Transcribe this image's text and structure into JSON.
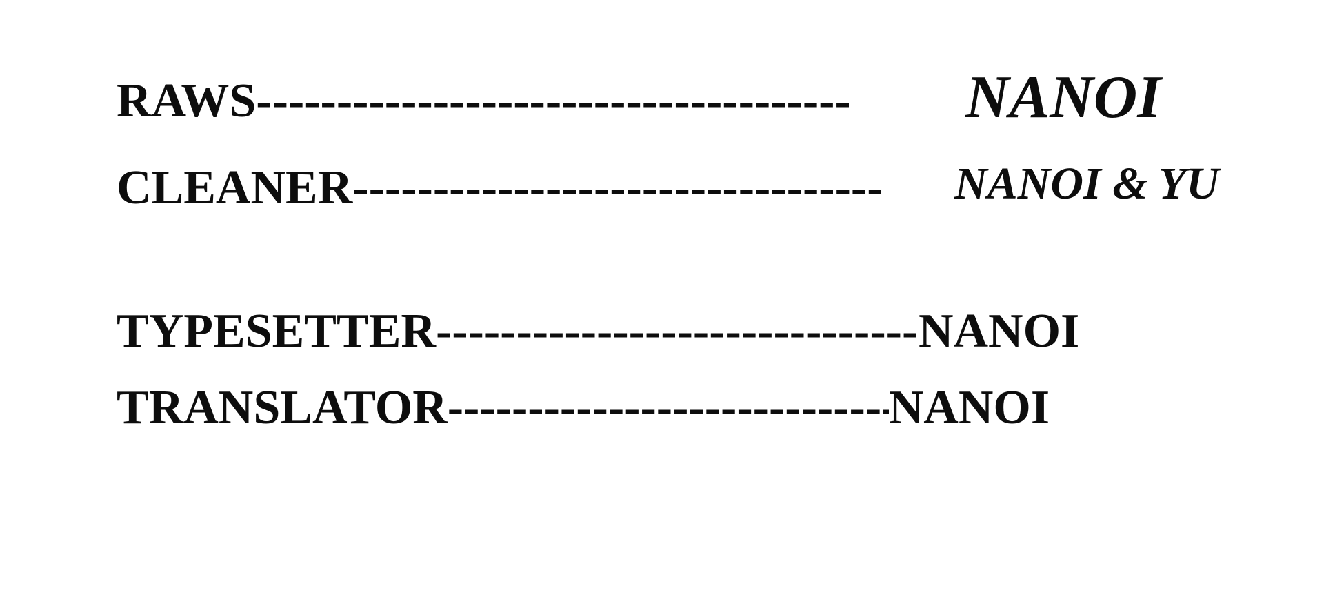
{
  "credits": [
    {
      "role": "RAWS",
      "dashes": "--------------------------------------------",
      "name": "NANOI"
    },
    {
      "role": "CLEANER",
      "dashes": "--------------------------------------------",
      "name": "NANOI & YU"
    },
    {
      "role": "TYPESETTER",
      "dashes": "--------------------------------------------",
      "name": "NANOI"
    },
    {
      "role": "TRANSLATOR",
      "dashes": "--------------------------------------------",
      "name": "NANOI"
    }
  ]
}
